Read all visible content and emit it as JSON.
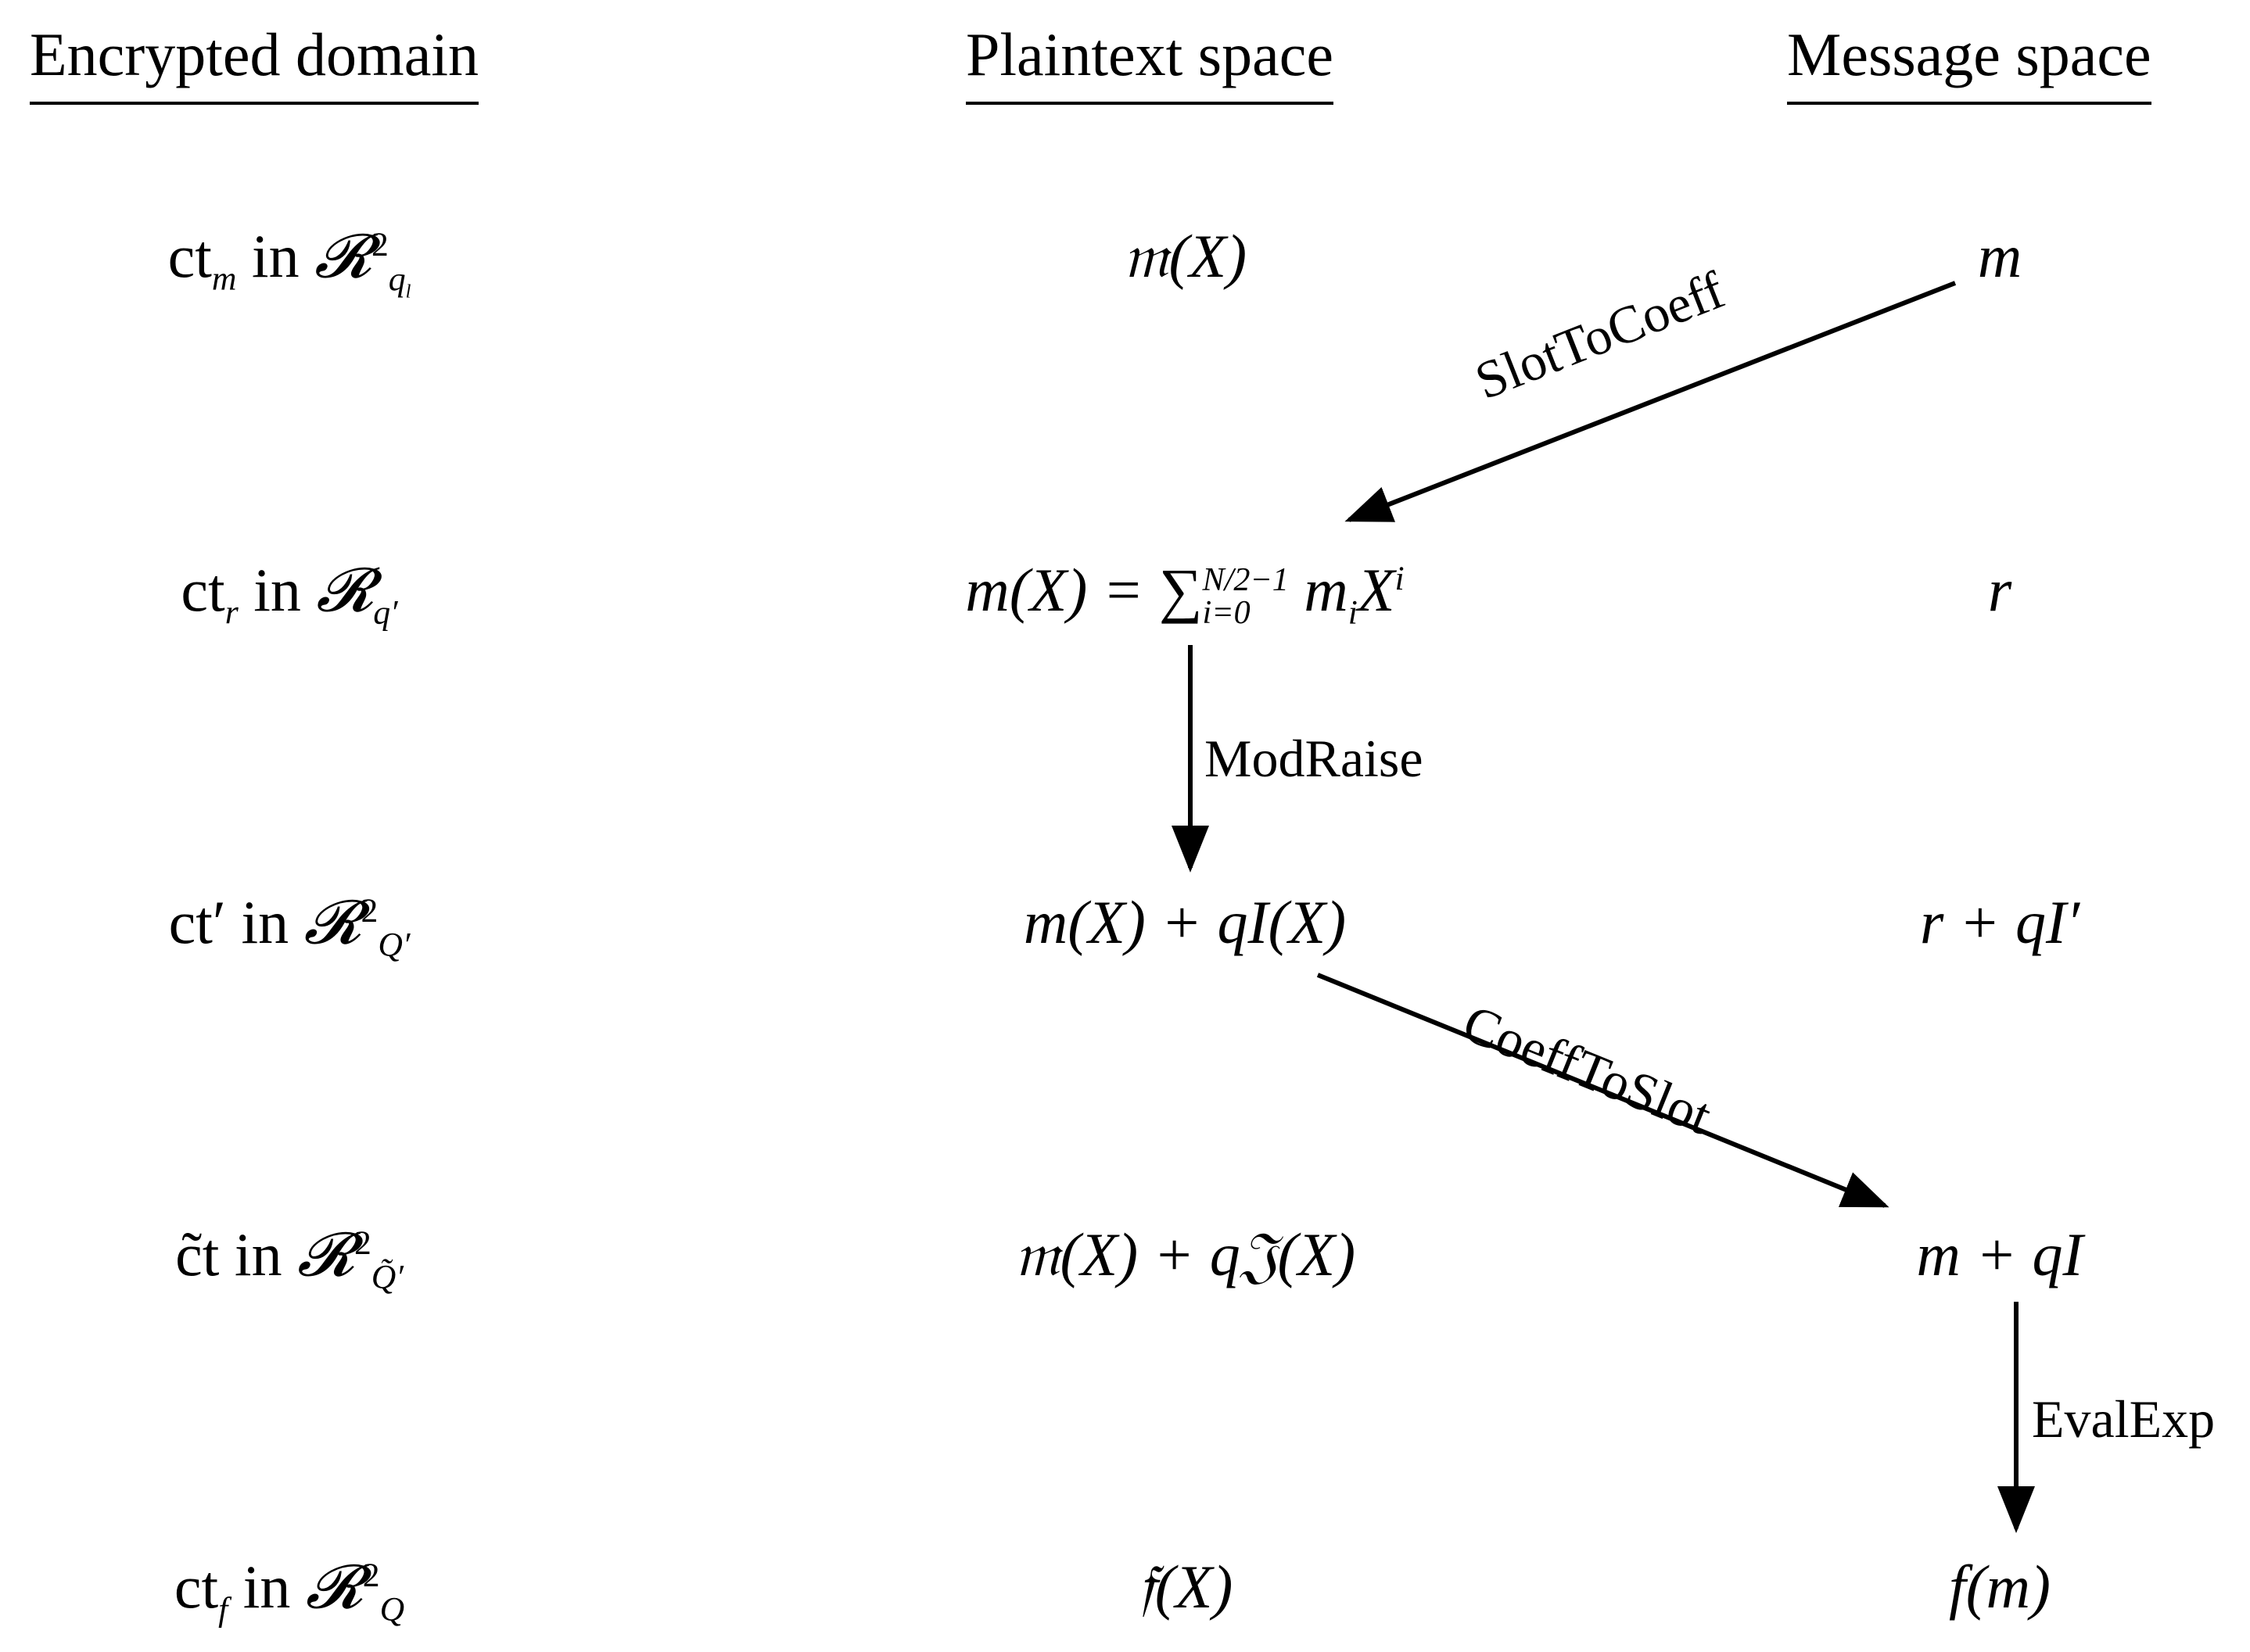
{
  "headers": {
    "encrypted": "Encrypted domain",
    "plaintext": "Plaintext space",
    "message": "Message space"
  },
  "rows": [
    {
      "encrypted": {
        "ct": "ct",
        "ct_sub": "m",
        "in": "in",
        "ring": "𝓡",
        "sup": "2",
        "sub": "q",
        "sub_sub": "l"
      },
      "plaintext": "𝔪(X)",
      "message": "m"
    },
    {
      "encrypted": {
        "ct": "ct",
        "ct_sub": "r",
        "in": "in",
        "ring": "𝓡",
        "sup": "",
        "sub": "q′",
        "sub_sub": ""
      },
      "plaintext": {
        "lhs": "m(X) = ∑",
        "upper": "N/2−1",
        "lower": "i=0",
        "rhs": "m",
        "rhs_sub": "i",
        "rhs_x": "X",
        "rhs_sup": "i"
      },
      "message": "r"
    },
    {
      "encrypted": {
        "ct": "ct′",
        "ct_sub": "",
        "in": "in",
        "ring": "𝓡",
        "sup": "2",
        "sub": "Q′",
        "sub_sub": ""
      },
      "plaintext": "m(X) + qI(X)",
      "message": "r + qI′"
    },
    {
      "encrypted": {
        "ct": "c̃t",
        "ct_sub": "",
        "in": "in",
        "ring": "𝓡",
        "sup": "2",
        "sub": "Q̃′",
        "sub_sub": ""
      },
      "plaintext": "𝔪(X) + q𝔍(X)",
      "message": "m + qI"
    },
    {
      "encrypted": {
        "ct": "ct",
        "ct_sub": "f",
        "in": "in",
        "ring": "𝓡",
        "sup": "2",
        "sub": "Q",
        "sub_sub": ""
      },
      "plaintext": "𝔣(X)",
      "message": "f(m)"
    }
  ],
  "arrows": [
    {
      "label": "SlotToCoeff"
    },
    {
      "label": "ModRaise"
    },
    {
      "label": "CoeffToSlot"
    },
    {
      "label": "EvalExp"
    }
  ]
}
